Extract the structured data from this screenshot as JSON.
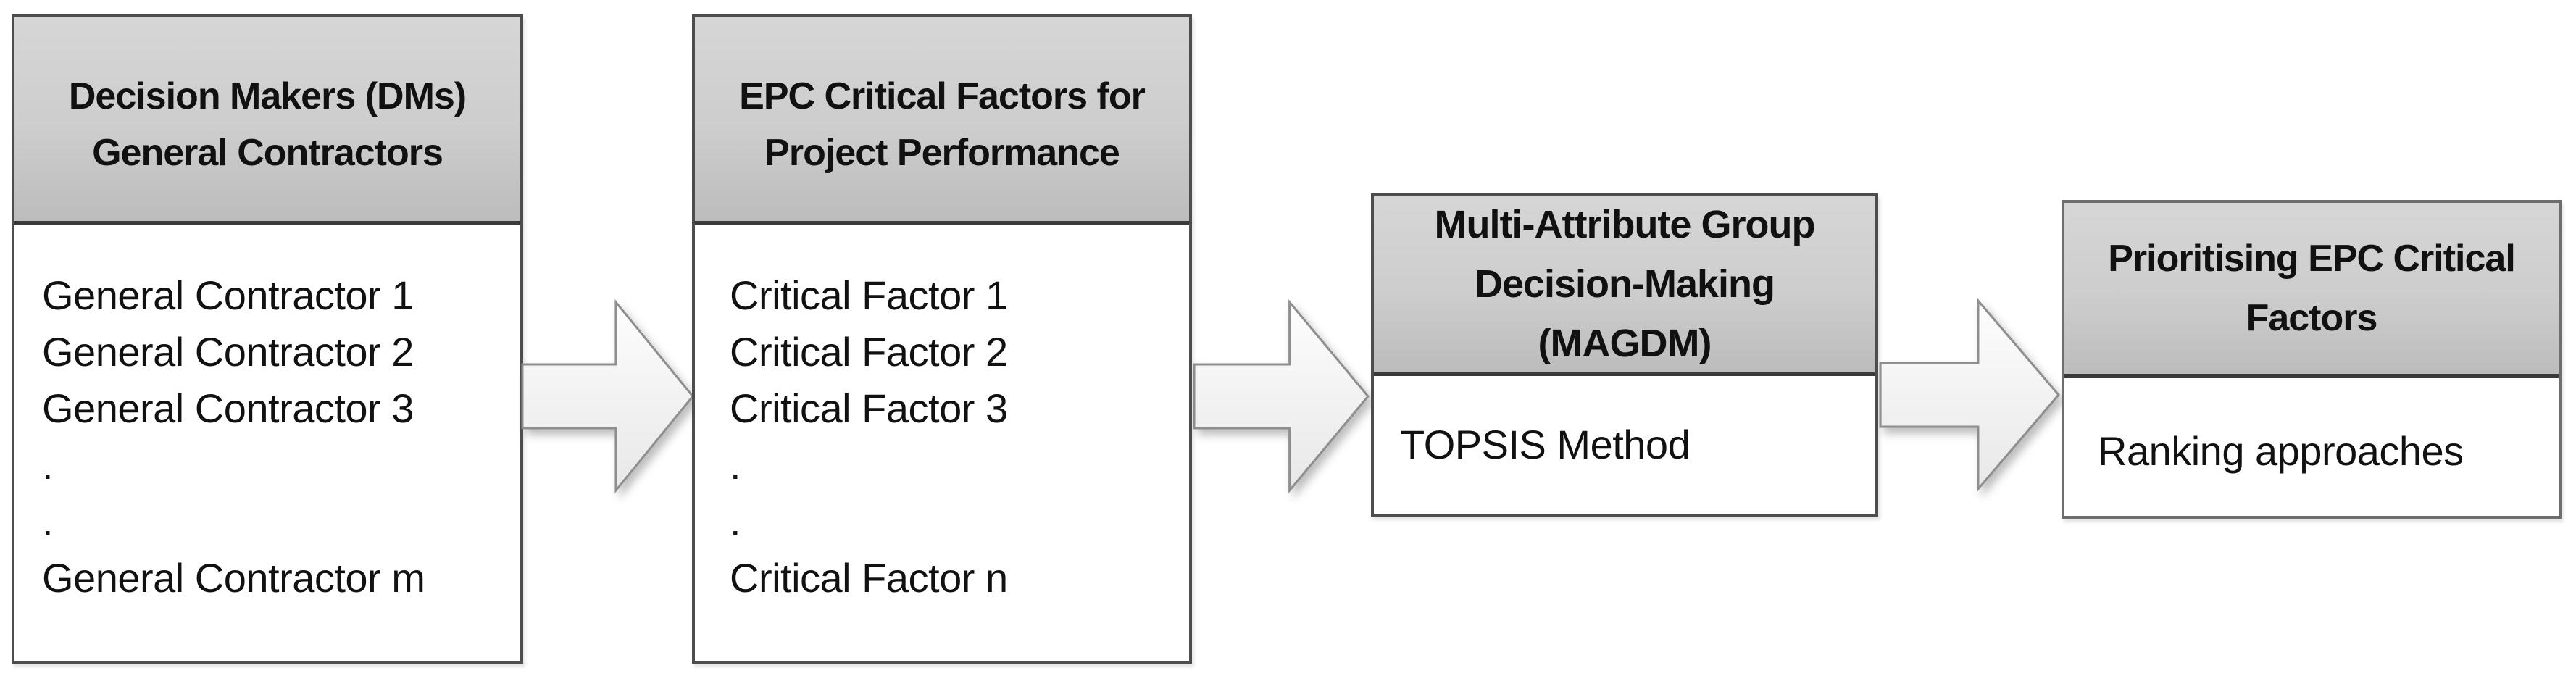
{
  "diagram": {
    "type": "process-flow",
    "boxes": [
      {
        "name": "decision-makers",
        "header_lines": [
          "Decision Makers (DMs)",
          "General Contractors"
        ],
        "items": [
          "General Contractor 1",
          "General Contractor 2",
          "General Contractor 3",
          ".",
          ".",
          "General Contractor m"
        ]
      },
      {
        "name": "epc-critical-factors",
        "header_lines": [
          "EPC Critical Factors for",
          "Project Performance"
        ],
        "items": [
          "Critical Factor 1",
          "Critical Factor 2",
          "Critical Factor 3",
          ".",
          ".",
          "Critical Factor n"
        ]
      },
      {
        "name": "magdm",
        "header_lines": [
          "Multi-Attribute Group",
          "Decision-Making",
          "(MAGDM)"
        ],
        "items": [
          "TOPSIS Method"
        ]
      },
      {
        "name": "prioritising-epc-critical-factors",
        "header_lines": [
          "Prioritising EPC Critical",
          "Factors"
        ],
        "items": [
          "Ranking approaches"
        ]
      }
    ],
    "arrows": [
      {
        "name": "arrow-1",
        "from": "decision-makers",
        "to": "epc-critical-factors",
        "direction": "right"
      },
      {
        "name": "arrow-2",
        "from": "epc-critical-factors",
        "to": "magdm",
        "direction": "right"
      },
      {
        "name": "arrow-3",
        "from": "magdm",
        "to": "prioritising-epc-critical-factors",
        "direction": "right"
      }
    ],
    "colors": {
      "canvas_bg": "#ffffff",
      "body_bg": "#ffffff",
      "header_top": "#d6d6d6",
      "header_mid": "#cdcdcd",
      "header_bottom": "#bcbcbc",
      "box_border": "#4d4d4d",
      "divider": "#3a3a3a",
      "text": "#111111",
      "arrow_top": "#fdfdfd",
      "arrow_bottom": "#e8e8e8",
      "arrow_stroke": "#8e8e8e"
    }
  }
}
